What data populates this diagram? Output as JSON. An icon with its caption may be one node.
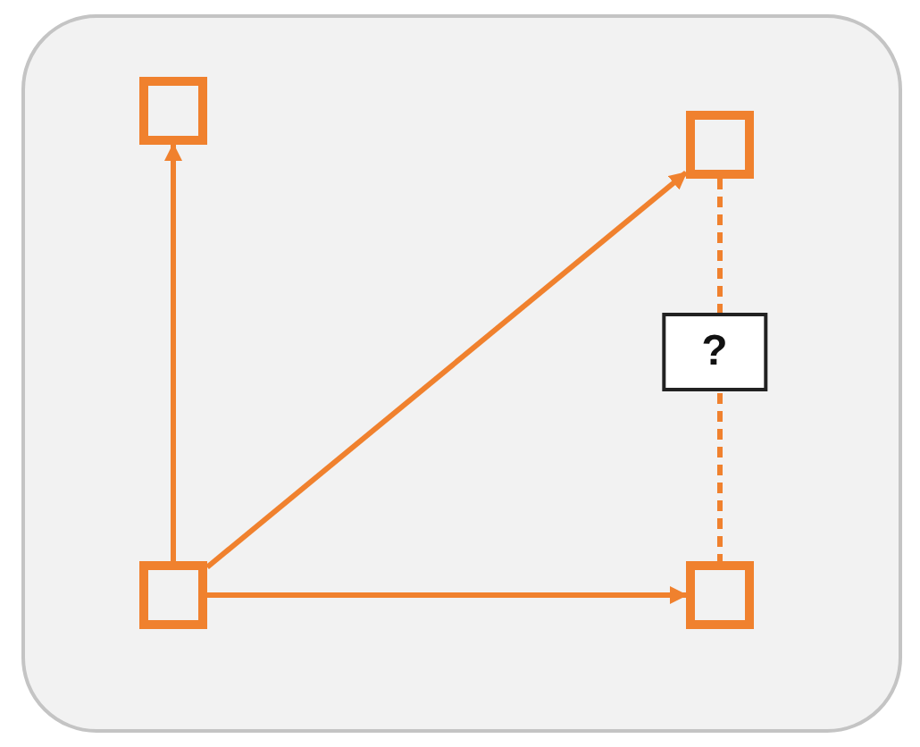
{
  "diagram": {
    "nodes": [
      {
        "text": [],
        "shape": "box"
      },
      {
        "text": [],
        "shape": "box",
        "in": 0
      },
      {
        "text": [],
        "shape": "box",
        "in": 0
      },
      {
        "text": [],
        "shape": "box",
        "in": 0
      },
      {
        "text": [],
        "shape": "box",
        "in": 0
      }
    ],
    "edges": [
      {
        "from": 3,
        "to": 1,
        "arrow": "to"
      },
      {
        "from": 3,
        "to": 2,
        "arrow": "to"
      },
      {
        "from": 3,
        "to": 4,
        "arrow": "to"
      },
      {
        "from": 2,
        "to": 4,
        "arrow": "none",
        "style": "dashed",
        "label": "?"
      }
    ]
  }
}
